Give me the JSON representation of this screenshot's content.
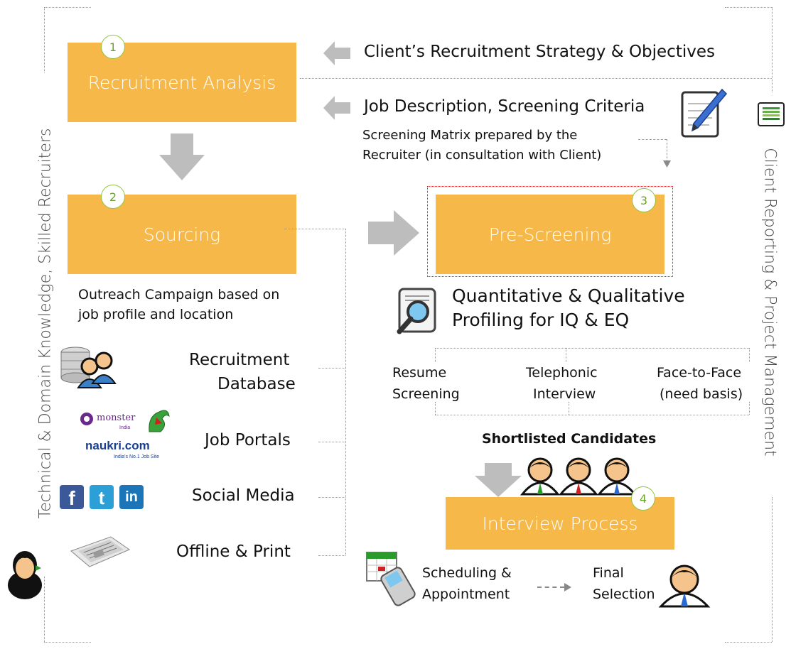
{
  "steps": [
    {
      "number": "1",
      "label": "Recruitment Analysis"
    },
    {
      "number": "2",
      "label": "Sourcing"
    },
    {
      "number": "3",
      "label": "Pre-Screening"
    },
    {
      "number": "4",
      "label": "Interview Process"
    }
  ],
  "inputs": {
    "strategy": "Client’s Recruitment Strategy & Objectives",
    "job_description": "Job Description, Screening Criteria",
    "matrix_line1": "Screening Matrix prepared by the",
    "matrix_line2": "Recruiter (in consultation with Client)"
  },
  "sides": {
    "left": "Technical & Domain Knowledge, Skilled Recruiters",
    "right": "Client Reporting & Project Management"
  },
  "sourcing": {
    "outreach_line1": "Outreach Campaign based on",
    "outreach_line2": "job profile and location",
    "channels": [
      {
        "line1": "Recruitment",
        "line2": "Database"
      },
      {
        "line1": "Job Portals",
        "line2": ""
      },
      {
        "line1": "Social Media",
        "line2": ""
      },
      {
        "line1": "Offline & Print",
        "line2": ""
      }
    ],
    "logos": {
      "monster": "monster",
      "monster_sub": "India",
      "naukri": "naukri.com",
      "naukri_tagline": "India's No.1 Job Site"
    }
  },
  "prescreening": {
    "profiling_line1": "Quantitative & Qualitative",
    "profiling_line2": "Profiling for IQ & EQ",
    "methods": [
      {
        "line1": "Resume",
        "line2": "Screening"
      },
      {
        "line1": "Telephonic",
        "line2": "Interview"
      },
      {
        "line1": "Face-to-Face",
        "line2": "(need basis)"
      }
    ],
    "shortlisted": "Shortlisted Candidates"
  },
  "interview": {
    "scheduling_line1": "Scheduling &",
    "scheduling_line2": "Appointment",
    "final_line1": "Final",
    "final_line2": "Selection"
  },
  "colors": {
    "box": "#f6b849",
    "arrow": "#bdbdbd",
    "badge_border": "#8cc63f",
    "highlight": "#e02020"
  }
}
